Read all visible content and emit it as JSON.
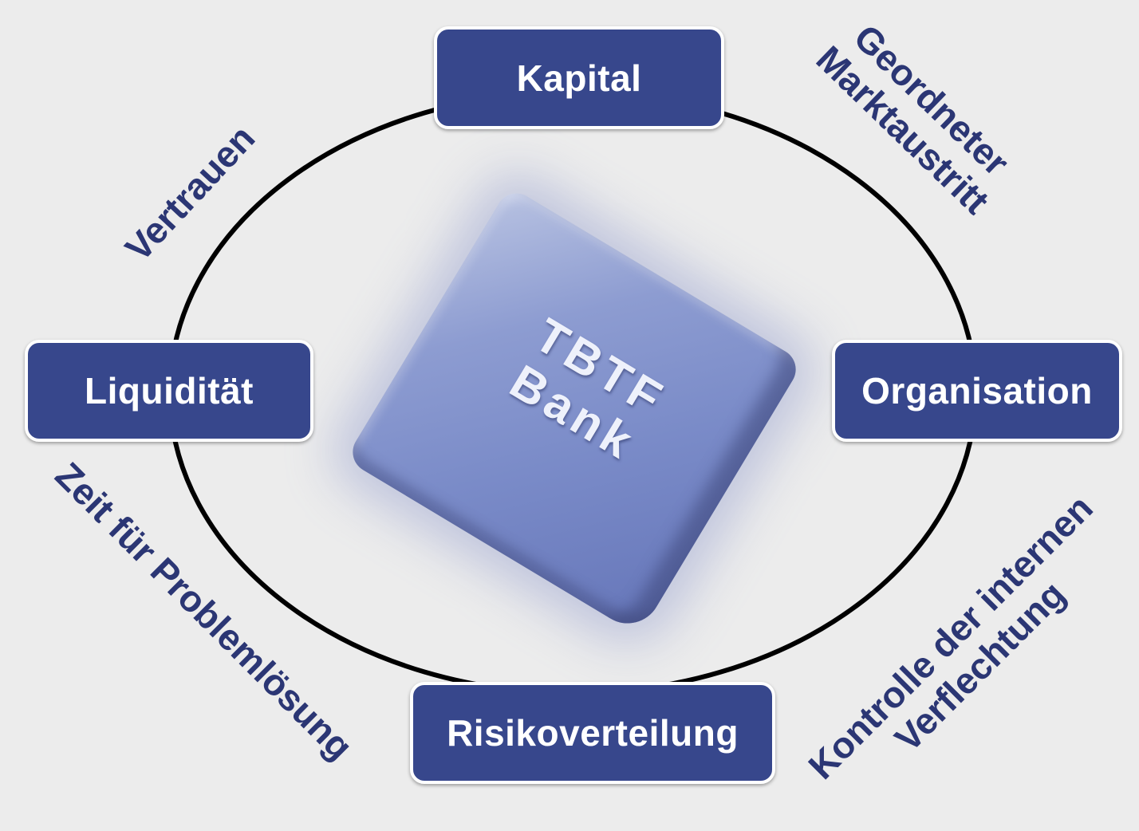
{
  "nodes": {
    "top": "Kapital",
    "left": "Liquidität",
    "right": "Organisation",
    "bottom": "Risikoverteilung"
  },
  "labels": {
    "top_left": "Vertrauen",
    "top_right_line1": "Geordneter",
    "top_right_line2": "Marktaustritt",
    "bottom_left": "Zeit für Problemlösung",
    "bottom_right_line1": "Kontrolle der internen",
    "bottom_right_line2": "Verflechtung"
  },
  "center": {
    "line1": "TBTF",
    "line2": "Bank"
  },
  "colors": {
    "node_fill": "#37478c",
    "label_text": "#2b3674",
    "ring": "#000000",
    "background": "#ececec"
  }
}
